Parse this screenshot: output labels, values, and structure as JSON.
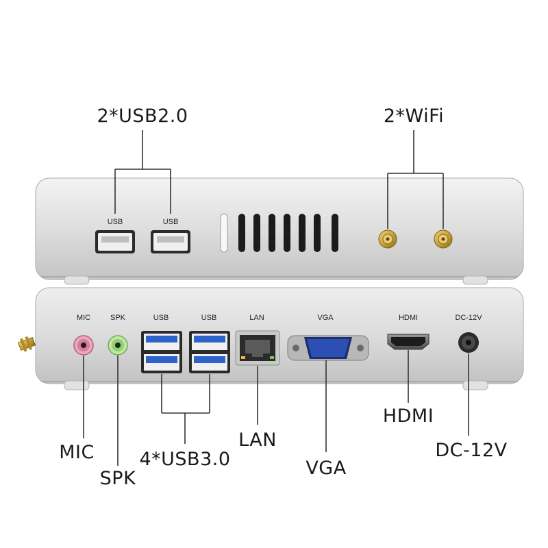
{
  "top_panel": {
    "callout_usb2": "2*USB2.0",
    "callout_wifi": "2*WiFi",
    "usb_port_label_1": "USB",
    "usb_port_label_2": "USB"
  },
  "bottom_panel": {
    "port_labels": {
      "mic": "MIC",
      "spk": "SPK",
      "usb_1": "USB",
      "usb_2": "USB",
      "lan": "LAN",
      "vga": "VGA",
      "hdmi": "HDMI",
      "dc": "DC-12V"
    },
    "callouts": {
      "mic": "MIC",
      "spk": "SPK",
      "usb3": "4*USB3.0",
      "lan": "LAN",
      "vga": "VGA",
      "hdmi": "HDMI",
      "dc": "DC-12V"
    }
  },
  "colors": {
    "chassis": "#dcdcdc",
    "usb3_blue": "#2e63c9",
    "mic_pink": "#d77c9a",
    "spk_green": "#8fcf70",
    "vga_blue": "#2c4fb4",
    "antenna_gold": "#c7a23a"
  }
}
